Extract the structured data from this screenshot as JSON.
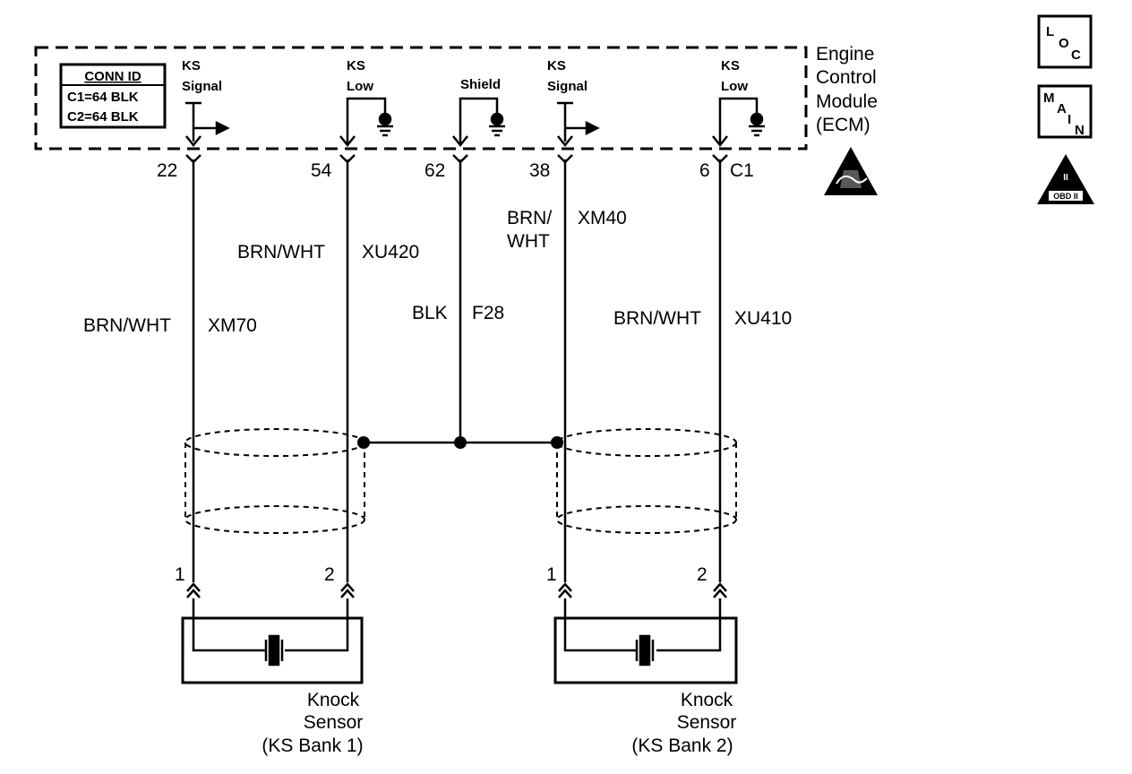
{
  "ecm": {
    "title_lines": [
      "Engine",
      "Control",
      "Module",
      "(ECM)"
    ],
    "conn_id": {
      "header": "CONN ID",
      "rows": [
        "C1=64 BLK",
        "C2=64 BLK"
      ]
    },
    "terminals": [
      {
        "label_lines": [
          "KS",
          "Signal"
        ],
        "pin": "22"
      },
      {
        "label_lines": [
          "KS",
          "Low"
        ],
        "pin": "54"
      },
      {
        "label_lines": [
          "Shield"
        ],
        "pin": "62"
      },
      {
        "label_lines": [
          "KS",
          "Signal"
        ],
        "pin": "38"
      },
      {
        "label_lines": [
          "KS",
          "Low"
        ],
        "pin": "6"
      }
    ],
    "connector": "C1"
  },
  "wires": [
    {
      "color": "BRN/WHT",
      "circuit": "XM70"
    },
    {
      "color": "BRN/WHT",
      "circuit": "XU420"
    },
    {
      "color": "BLK",
      "circuit": "F28"
    },
    {
      "color_lines": [
        "BRN/",
        "WHT"
      ],
      "circuit": "XM40"
    },
    {
      "color": "BRN/WHT",
      "circuit": "XU410"
    }
  ],
  "sensors": [
    {
      "name_lines": [
        "Knock",
        "Sensor",
        "(KS Bank 1)"
      ],
      "pins": [
        "1",
        "2"
      ]
    },
    {
      "name_lines": [
        "Knock",
        "Sensor",
        "(KS Bank 2)"
      ],
      "pins": [
        "1",
        "2"
      ]
    }
  ],
  "icons": {
    "loc": {
      "letters": [
        "L",
        "O",
        "C"
      ]
    },
    "main": {
      "letters": [
        "M",
        "A",
        "I",
        "N"
      ]
    },
    "obd": {
      "top": "II",
      "bottom": "OBD II"
    }
  }
}
